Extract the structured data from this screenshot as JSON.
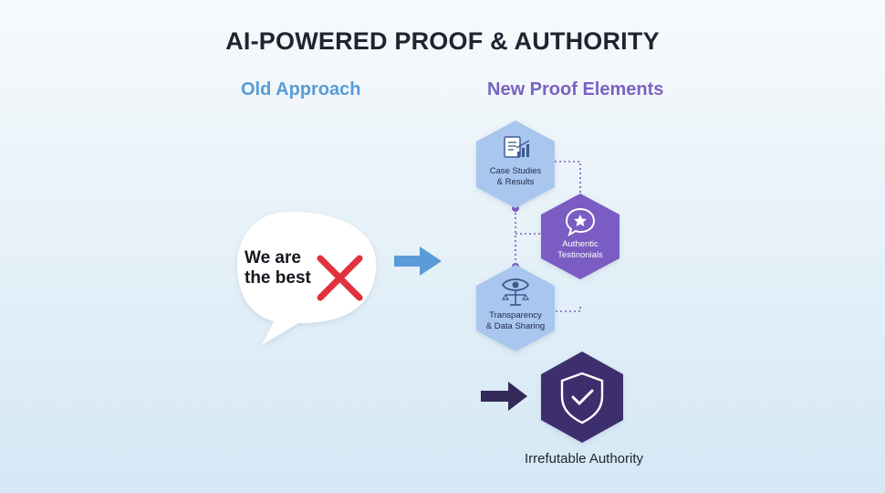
{
  "title": "AI-POWERED PROOF & AUTHORITY",
  "old_section": {
    "label": "Old Approach",
    "bubble_line1": "We are",
    "bubble_line2": "the best"
  },
  "new_section": {
    "label": "New Proof Elements",
    "elements": [
      {
        "line1": "Case Studies",
        "line2": "& Results",
        "icon": "document-chart-icon"
      },
      {
        "line1": "Authentic",
        "line2": "Testinonials",
        "icon": "star-chat-icon"
      },
      {
        "line1": "Transparency",
        "line2": "& Data Sharing",
        "icon": "eye-scale-icon"
      }
    ]
  },
  "result": {
    "label": "Irrefutable Authority",
    "icon": "shield-check-icon"
  },
  "colors": {
    "hex_light": "#a9c6ef",
    "hex_purple": "#7a5cc2",
    "hex_dark": "#3d2f6e",
    "arrow_blue": "#5a9bd8",
    "arrow_dark": "#332a5a",
    "cross_red": "#e0313d"
  }
}
